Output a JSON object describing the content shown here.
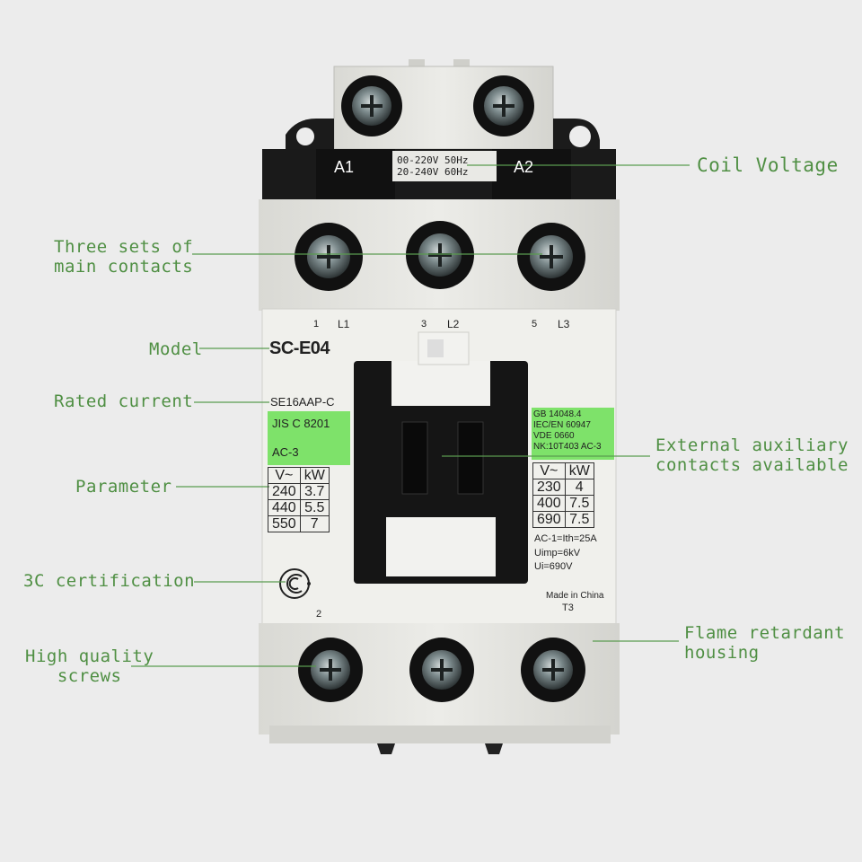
{
  "colors": {
    "background": "#ececec",
    "housing": "#e6e6e2",
    "dark_housing": "#1b1b1b",
    "label_green": "#7ee26a",
    "callout_text": "#4f8f43",
    "callout_line": "#5a9b4f"
  },
  "callouts": {
    "coil_voltage": "Coil Voltage",
    "main_contacts": "Three sets of\nmain contacts",
    "model": "Model",
    "rated_current": "Rated current",
    "parameter": "Parameter",
    "certification": "3C certification",
    "screws": "High quality\n   screws",
    "auxiliary": "External auxiliary\ncontacts available",
    "housing": "Flame retardant\nhousing"
  },
  "device": {
    "coil_left": "A1",
    "coil_right": "A2",
    "coil_line1": "00-220V  50Hz",
    "coil_line2": "20-240V  60Hz",
    "terminal_1": "1",
    "terminal_l1": "L1",
    "terminal_3": "3",
    "terminal_l2": "L2",
    "terminal_5": "5",
    "terminal_l3": "L3",
    "model": "SC-E04",
    "rated_code": "SE16AAP-C",
    "jis": "JIS C 8201",
    "ac3": "AC-3",
    "standards": [
      "GB 14048.4",
      "IEC/EN 60947",
      "VDE 0660",
      "NK:10T403  AC-3"
    ],
    "left_table": {
      "headers": [
        "V~",
        "kW"
      ],
      "rows": [
        [
          "240",
          "3.7"
        ],
        [
          "440",
          "5.5"
        ],
        [
          "550",
          "7"
        ]
      ]
    },
    "right_table": {
      "headers": [
        "V~",
        "kW"
      ],
      "rows": [
        [
          "230",
          "4"
        ],
        [
          "400",
          "7.5"
        ],
        [
          "690",
          "7.5"
        ]
      ]
    },
    "ratings": [
      "AC-1=Ith=25A",
      "Uimp=6kV",
      "Ui=690V"
    ],
    "made_in": "Made in China",
    "terminal_2": "2",
    "terminal_t3": "T3"
  }
}
